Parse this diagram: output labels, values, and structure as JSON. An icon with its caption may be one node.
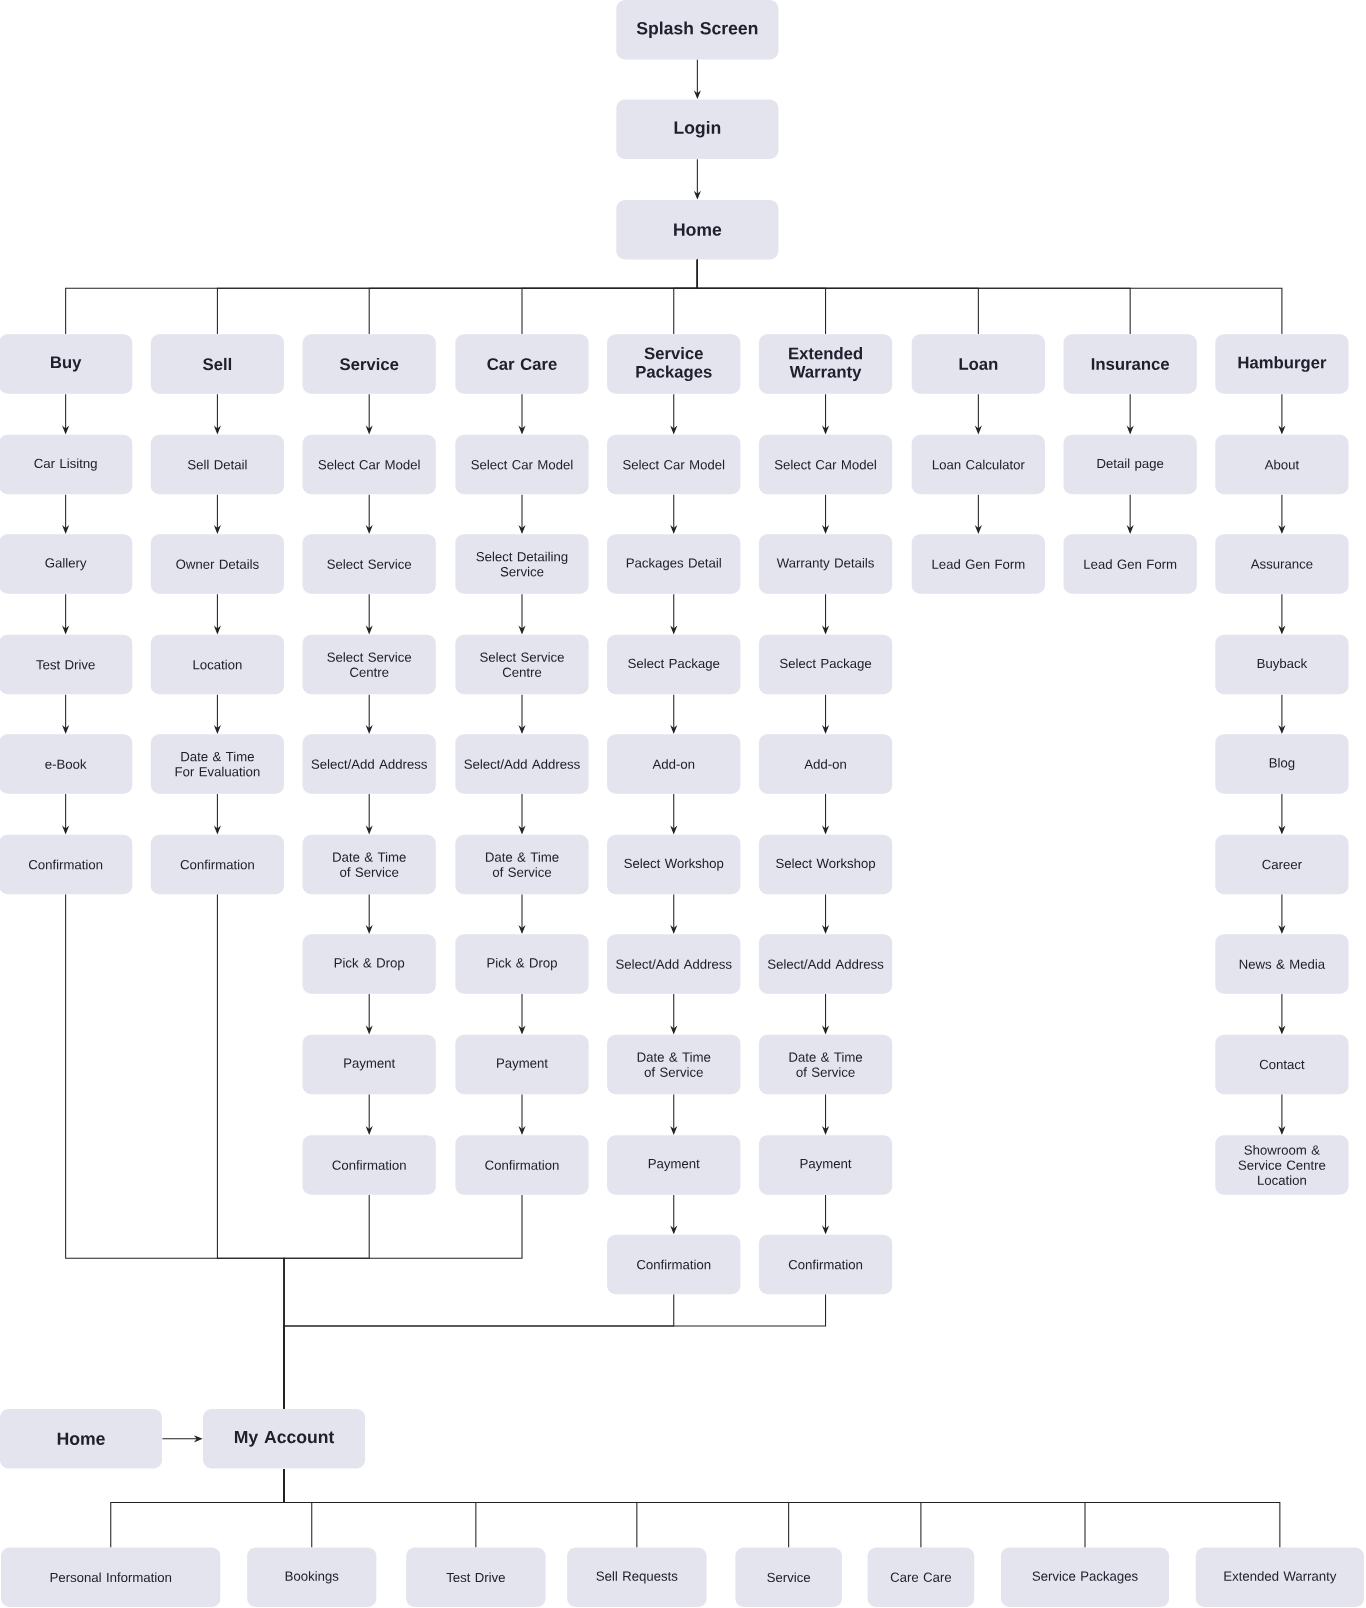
{
  "diagram": {
    "nodes": [
      {
        "text": [
          "Splash Screen"
        ]
      },
      {
        "text": [
          "Login"
        ]
      },
      {
        "text": [
          "Home"
        ]
      },
      {
        "text": [
          "Buy"
        ]
      },
      {
        "text": [
          "Car Lisitng"
        ]
      },
      {
        "text": [
          "Gallery"
        ]
      },
      {
        "text": [
          "Test Drive"
        ]
      },
      {
        "text": [
          "e-Book"
        ]
      },
      {
        "text": [
          "Confirmation"
        ]
      },
      {
        "text": [
          "Sell"
        ]
      },
      {
        "text": [
          "Sell Detail"
        ]
      },
      {
        "text": [
          "Owner Details"
        ]
      },
      {
        "text": [
          "Location"
        ]
      },
      {
        "text": [
          "Date & Time For Evaluation"
        ]
      },
      {
        "text": [
          "Confirmation"
        ]
      },
      {
        "text": [
          "Service"
        ]
      },
      {
        "text": [
          "Select Car Model"
        ]
      },
      {
        "text": [
          "Select Service"
        ]
      },
      {
        "text": [
          "Select Service Centre"
        ]
      },
      {
        "text": [
          "Select/Add Address"
        ]
      },
      {
        "text": [
          "Date & Time of Service"
        ]
      },
      {
        "text": [
          "Pick & Drop"
        ]
      },
      {
        "text": [
          "Payment"
        ]
      },
      {
        "text": [
          "Confirmation"
        ]
      },
      {
        "text": [
          "Car Care"
        ]
      },
      {
        "text": [
          "Select Car Model"
        ]
      },
      {
        "text": [
          "Select Detailing Service"
        ]
      },
      {
        "text": [
          "Select Service Centre"
        ]
      },
      {
        "text": [
          "Select/Add Address"
        ]
      },
      {
        "text": [
          "Date & Time of Service"
        ]
      },
      {
        "text": [
          "Pick & Drop"
        ]
      },
      {
        "text": [
          "Payment"
        ]
      },
      {
        "text": [
          "Confirmation"
        ]
      },
      {
        "text": [
          "Service Packages"
        ]
      },
      {
        "text": [
          "Select Car Model"
        ]
      },
      {
        "text": [
          "Packages Detail"
        ]
      },
      {
        "text": [
          "Select Package"
        ]
      },
      {
        "text": [
          "Add-on"
        ]
      },
      {
        "text": [
          "Select Workshop"
        ]
      },
      {
        "text": [
          "Select/Add Address"
        ]
      },
      {
        "text": [
          "Date & Time of Service"
        ]
      },
      {
        "text": [
          "Payment"
        ]
      },
      {
        "text": [
          "Confirmation"
        ]
      },
      {
        "text": [
          "Extended Warranty"
        ]
      },
      {
        "text": [
          "Select Car Model"
        ]
      },
      {
        "text": [
          "Warranty Details"
        ]
      },
      {
        "text": [
          "Select Package"
        ]
      },
      {
        "text": [
          "Add-on"
        ]
      },
      {
        "text": [
          "Select Workshop"
        ]
      },
      {
        "text": [
          "Select/Add Address"
        ]
      },
      {
        "text": [
          "Date & Time of Service"
        ]
      },
      {
        "text": [
          "Payment"
        ]
      },
      {
        "text": [
          "Confirmation"
        ]
      },
      {
        "text": [
          "Loan"
        ]
      },
      {
        "text": [
          "Loan Calculator"
        ]
      },
      {
        "text": [
          "Lead Gen Form"
        ]
      },
      {
        "text": [
          "Insurance"
        ]
      },
      {
        "text": [
          "Detail page"
        ]
      },
      {
        "text": [
          "Lead Gen Form"
        ]
      },
      {
        "text": [
          "Hamburger"
        ]
      },
      {
        "text": [
          "About"
        ]
      },
      {
        "text": [
          "Assurance"
        ]
      },
      {
        "text": [
          "Buyback"
        ]
      },
      {
        "text": [
          "Blog"
        ]
      },
      {
        "text": [
          "Career"
        ]
      },
      {
        "text": [
          "News & Media"
        ]
      },
      {
        "text": [
          "Contact"
        ]
      },
      {
        "text": [
          "Showroom & Service Centre Location"
        ]
      },
      {
        "text": [
          "Home"
        ]
      },
      {
        "text": [
          "My Account"
        ]
      },
      {
        "text": [
          "Personal Information"
        ]
      },
      {
        "text": [
          "Bookings"
        ]
      },
      {
        "text": [
          "Test Drive"
        ]
      },
      {
        "text": [
          "Sell Requests"
        ]
      },
      {
        "text": [
          "Service"
        ]
      },
      {
        "text": [
          "Care Care"
        ]
      },
      {
        "text": [
          "Service Packages"
        ]
      },
      {
        "text": [
          "Extended Warranty"
        ]
      }
    ],
    "edges": [
      {
        "from": 0,
        "to": 1,
        "arrow": "to"
      },
      {
        "from": 1,
        "to": 2,
        "arrow": "to"
      },
      {
        "from": 2,
        "to": 3,
        "arrow": "none"
      },
      {
        "from": 2,
        "to": 9,
        "arrow": "none"
      },
      {
        "from": 2,
        "to": 15,
        "arrow": "none"
      },
      {
        "from": 2,
        "to": 24,
        "arrow": "none"
      },
      {
        "from": 2,
        "to": 33,
        "arrow": "none"
      },
      {
        "from": 2,
        "to": 43,
        "arrow": "none"
      },
      {
        "from": 2,
        "to": 53,
        "arrow": "none"
      },
      {
        "from": 2,
        "to": 56,
        "arrow": "none"
      },
      {
        "from": 2,
        "to": 59,
        "arrow": "none"
      },
      {
        "from": 3,
        "to": 4,
        "arrow": "to"
      },
      {
        "from": 4,
        "to": 5,
        "arrow": "to"
      },
      {
        "from": 5,
        "to": 6,
        "arrow": "to"
      },
      {
        "from": 6,
        "to": 7,
        "arrow": "to"
      },
      {
        "from": 7,
        "to": 8,
        "arrow": "to"
      },
      {
        "from": 9,
        "to": 10,
        "arrow": "to"
      },
      {
        "from": 10,
        "to": 11,
        "arrow": "to"
      },
      {
        "from": 11,
        "to": 12,
        "arrow": "to"
      },
      {
        "from": 12,
        "to": 13,
        "arrow": "to"
      },
      {
        "from": 13,
        "to": 14,
        "arrow": "to"
      },
      {
        "from": 15,
        "to": 16,
        "arrow": "to"
      },
      {
        "from": 16,
        "to": 17,
        "arrow": "to"
      },
      {
        "from": 17,
        "to": 18,
        "arrow": "to"
      },
      {
        "from": 18,
        "to": 19,
        "arrow": "to"
      },
      {
        "from": 19,
        "to": 20,
        "arrow": "to"
      },
      {
        "from": 20,
        "to": 21,
        "arrow": "to"
      },
      {
        "from": 21,
        "to": 22,
        "arrow": "to"
      },
      {
        "from": 22,
        "to": 23,
        "arrow": "to"
      },
      {
        "from": 24,
        "to": 25,
        "arrow": "to"
      },
      {
        "from": 25,
        "to": 26,
        "arrow": "to"
      },
      {
        "from": 26,
        "to": 27,
        "arrow": "to"
      },
      {
        "from": 27,
        "to": 28,
        "arrow": "to"
      },
      {
        "from": 28,
        "to": 29,
        "arrow": "to"
      },
      {
        "from": 29,
        "to": 30,
        "arrow": "to"
      },
      {
        "from": 30,
        "to": 31,
        "arrow": "to"
      },
      {
        "from": 31,
        "to": 32,
        "arrow": "to"
      },
      {
        "from": 33,
        "to": 34,
        "arrow": "to"
      },
      {
        "from": 34,
        "to": 35,
        "arrow": "to"
      },
      {
        "from": 35,
        "to": 36,
        "arrow": "to"
      },
      {
        "from": 36,
        "to": 37,
        "arrow": "to"
      },
      {
        "from": 37,
        "to": 38,
        "arrow": "to"
      },
      {
        "from": 38,
        "to": 39,
        "arrow": "to"
      },
      {
        "from": 39,
        "to": 40,
        "arrow": "to"
      },
      {
        "from": 40,
        "to": 41,
        "arrow": "to"
      },
      {
        "from": 41,
        "to": 42,
        "arrow": "to"
      },
      {
        "from": 43,
        "to": 44,
        "arrow": "to"
      },
      {
        "from": 44,
        "to": 45,
        "arrow": "to"
      },
      {
        "from": 45,
        "to": 46,
        "arrow": "to"
      },
      {
        "from": 46,
        "to": 47,
        "arrow": "to"
      },
      {
        "from": 47,
        "to": 48,
        "arrow": "to"
      },
      {
        "from": 48,
        "to": 49,
        "arrow": "to"
      },
      {
        "from": 49,
        "to": 50,
        "arrow": "to"
      },
      {
        "from": 50,
        "to": 51,
        "arrow": "to"
      },
      {
        "from": 51,
        "to": 52,
        "arrow": "to"
      },
      {
        "from": 53,
        "to": 54,
        "arrow": "to"
      },
      {
        "from": 54,
        "to": 55,
        "arrow": "to"
      },
      {
        "from": 56,
        "to": 57,
        "arrow": "to"
      },
      {
        "from": 57,
        "to": 58,
        "arrow": "to"
      },
      {
        "from": 59,
        "to": 60,
        "arrow": "to"
      },
      {
        "from": 60,
        "to": 61,
        "arrow": "to"
      },
      {
        "from": 61,
        "to": 62,
        "arrow": "to"
      },
      {
        "from": 62,
        "to": 63,
        "arrow": "to"
      },
      {
        "from": 63,
        "to": 64,
        "arrow": "to"
      },
      {
        "from": 64,
        "to": 65,
        "arrow": "to"
      },
      {
        "from": 65,
        "to": 66,
        "arrow": "to"
      },
      {
        "from": 66,
        "to": 67,
        "arrow": "to"
      },
      {
        "from": 8,
        "to": 69,
        "arrow": "none"
      },
      {
        "from": 14,
        "to": 69,
        "arrow": "none"
      },
      {
        "from": 23,
        "to": 69,
        "arrow": "none"
      },
      {
        "from": 32,
        "to": 69,
        "arrow": "none"
      },
      {
        "from": 42,
        "to": 69,
        "arrow": "none"
      },
      {
        "from": 52,
        "to": 69,
        "arrow": "none"
      },
      {
        "from": 68,
        "to": 69,
        "arrow": "to"
      },
      {
        "from": 69,
        "to": 70,
        "arrow": "none"
      },
      {
        "from": 69,
        "to": 71,
        "arrow": "none"
      },
      {
        "from": 69,
        "to": 72,
        "arrow": "none"
      },
      {
        "from": 69,
        "to": 73,
        "arrow": "none"
      },
      {
        "from": 69,
        "to": 74,
        "arrow": "none"
      },
      {
        "from": 69,
        "to": 75,
        "arrow": "none"
      },
      {
        "from": 69,
        "to": 76,
        "arrow": "none"
      },
      {
        "from": 69,
        "to": 77,
        "arrow": "none"
      }
    ]
  }
}
